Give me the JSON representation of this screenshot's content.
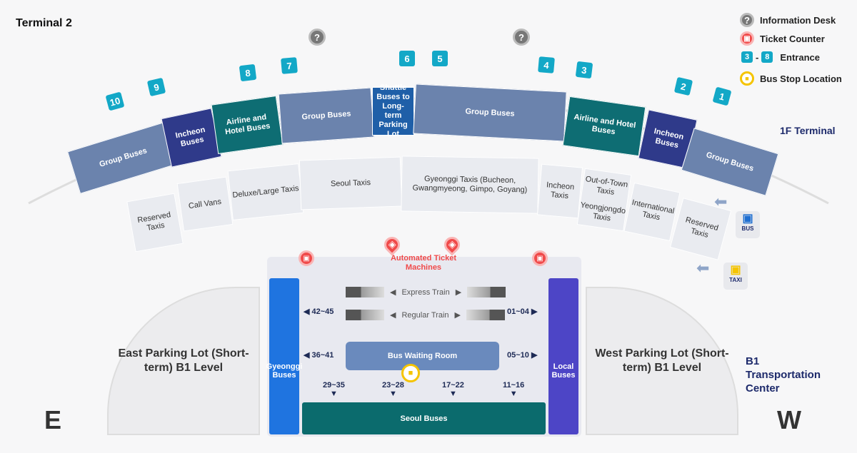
{
  "title": "Terminal 2",
  "legend": {
    "info": "Information Desk",
    "ticket": "Ticket Counter",
    "entrance_from": "3",
    "entrance_to": "8",
    "entrance": "Entrance",
    "bus_stop": "Bus Stop Location"
  },
  "info_icon": "?",
  "labels": {
    "terminal_1f": "1F Terminal",
    "b1_center": "B1 Transportation Center",
    "east": "E",
    "west": "W",
    "bus": "BUS",
    "taxi": "TAXI",
    "atm": "Automated Ticket Machines"
  },
  "upper": [
    "Group Buses",
    "Incheon Buses",
    "Airline and Hotel Buses",
    "Group Buses",
    "Shuttle Buses to Long-term Parking Lot",
    "Group Buses",
    "Airline and Hotel Buses",
    "Incheon Buses",
    "Group Buses"
  ],
  "taxis": [
    "Reserved Taxis",
    "Call Vans",
    "Deluxe/Large Taxis",
    "Seoul Taxis",
    "Gyeonggi Taxis (Bucheon, Gwangmyeong, Gimpo, Goyang)",
    "Incheon Taxis",
    "Out-of-Town Taxis",
    "Yeongjongdo Taxis",
    "International Taxis",
    "Reserved Taxis"
  ],
  "entrances": [
    "10",
    "9",
    "8",
    "7",
    "6",
    "5",
    "4",
    "3",
    "2",
    "1"
  ],
  "lots": {
    "east": "East Parking Lot (Short-term) B1 Level",
    "west": "West Parking Lot (Short-term) B1 Level"
  },
  "b1": {
    "express": "Express Train",
    "regular": "Regular Train",
    "waiting": "Bus Waiting Room",
    "gyeonggi": "Gyeonggi Buses",
    "local": "Local Buses",
    "seoul": "Seoul Buses",
    "gates": {
      "g4245": "◀ 42~45",
      "g3641": "◀ 36~41",
      "g0104": "01~04 ▶",
      "g0510": "05~10 ▶",
      "g2935": "29~35",
      "g2328": "23~28",
      "g1722": "17~22",
      "g1116": "11~16"
    }
  },
  "colors": {
    "group": "#6b83ad",
    "incheon": "#2f3a8a",
    "airline": "#0e6d73",
    "shuttle": "#1f5fa8",
    "entrance": "#13a8c7",
    "ticket": "#f04a4a",
    "busstop": "#f5c400"
  }
}
